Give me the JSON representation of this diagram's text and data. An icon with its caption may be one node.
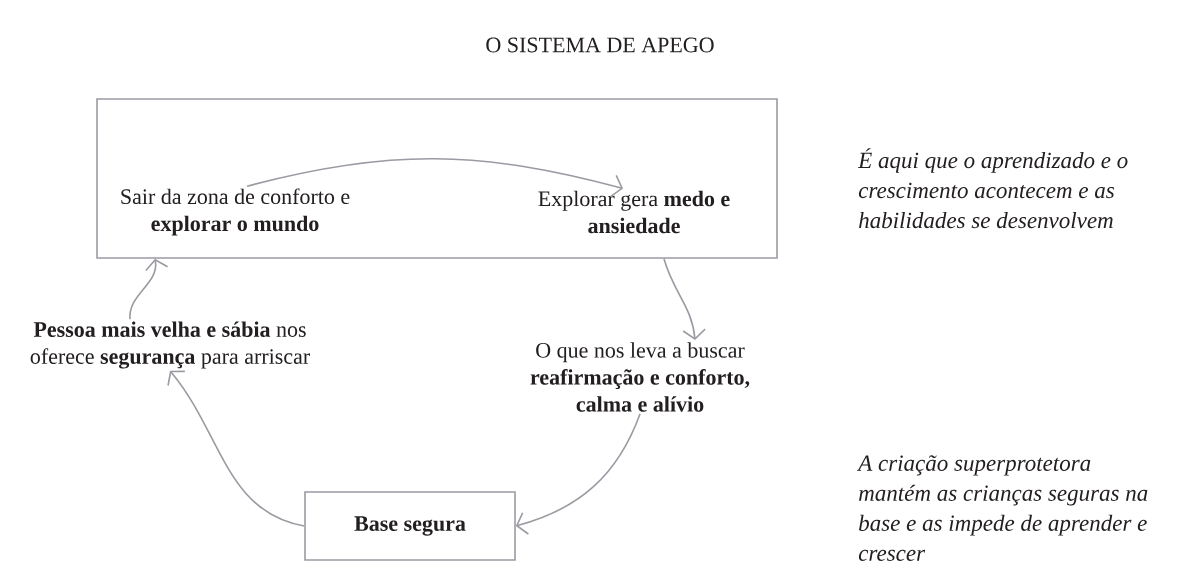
{
  "diagram": {
    "title": "O SISTEMA DE APEGO",
    "nodes": [
      {
        "text": [],
        "shape": "box"
      },
      {
        "text": [
          "Sair da zona de conforto e **explorar o mundo**"
        ],
        "in": 0
      },
      {
        "text": [
          "Explorar gera **medo e ansiedade**"
        ],
        "in": 0
      },
      {
        "text": [
          "O que nos leva a buscar **reafirmação e conforto, calma e alívio**"
        ]
      },
      {
        "text": [
          "Base segura"
        ]
      },
      {
        "text": [
          "**Pessoa mais velha e sábia** nos oferece **segurança** para arriscar"
        ]
      }
    ],
    "edges": [
      {
        "from": 1,
        "to": 2,
        "arrow": "to"
      },
      {
        "from": 2,
        "to": 3,
        "arrow": "to"
      },
      {
        "from": 3,
        "to": 4,
        "arrow": "to"
      },
      {
        "from": 4,
        "to": 5,
        "arrow": "to"
      },
      {
        "from": 5,
        "to": 1,
        "arrow": "to"
      }
    ],
    "labels": [
      "É aqui que o aprendizado e o crescimento acontecem e as habilidades se desenvolvem",
      "A criação superprotetora mantém as crianças seguras na base e as impede de aprender e crescer"
    ]
  }
}
